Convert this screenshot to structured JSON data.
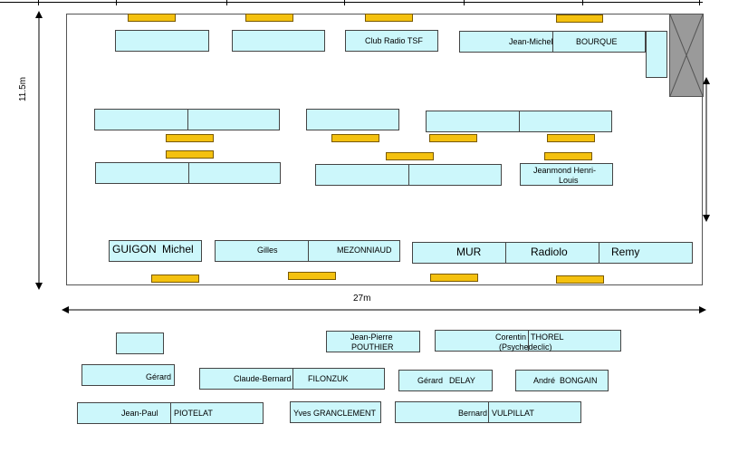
{
  "dimensions": {
    "height": "11.5m",
    "width": "27m"
  },
  "room": {
    "row1": {
      "radio_club": "Club Radio TSF",
      "first": "Jean-Michel",
      "last": "BOURQUE"
    },
    "row3": {
      "first": "Jeanmond Henri-",
      "second": "Louis"
    },
    "row4": {
      "guigon_last": "GUIGON",
      "guigon_first": "Michel",
      "gilles": "Gilles",
      "mezonniaud": "MEZONNIAUD",
      "mur": "MUR",
      "radiolo": "Radiolo",
      "remy": "Remy"
    }
  },
  "outside": {
    "pouthier": {
      "first": "Jean-Pierre",
      "last": "POUTHIER"
    },
    "thorel": {
      "first": "Corentin",
      "last": "THOREL",
      "note": "(Psychedeclic)"
    },
    "gerard": "Gérard",
    "filonzuk": {
      "first": "Claude-Bernard",
      "last": "FILONZUK"
    },
    "delay": {
      "first": "Gérard",
      "last": "DELAY"
    },
    "bongain": {
      "first": "André",
      "last": "BONGAIN"
    },
    "piotelat": {
      "first": "Jean-Paul",
      "last": "PIOTELAT"
    },
    "granclement": {
      "first": "Yves",
      "last": "GRANCLEMENT"
    },
    "vulpillat": {
      "first": "Bernard",
      "last": "VULPILLAT"
    }
  },
  "colors": {
    "table": "#ccf7fb",
    "chair": "#f4c10f",
    "pillar": "#9a9a9a"
  }
}
